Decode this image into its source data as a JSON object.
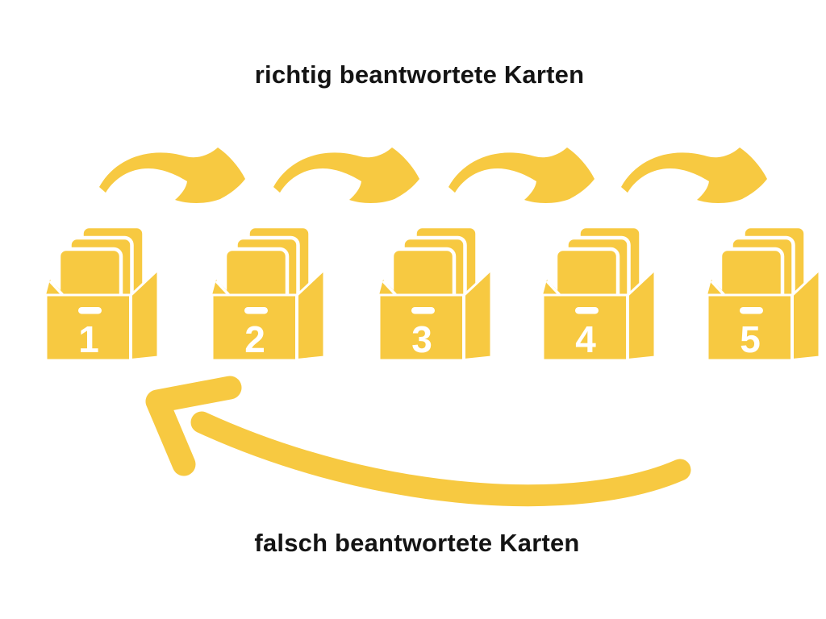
{
  "labels": {
    "top": "richtig beantwortete Karten",
    "bottom": "falsch beantwortete Karten"
  },
  "boxes": [
    {
      "number": "1"
    },
    {
      "number": "2"
    },
    {
      "number": "3"
    },
    {
      "number": "4"
    },
    {
      "number": "5"
    }
  ],
  "icons": {
    "box": "card-box-icon",
    "forward": "curved-arrow-right-icon",
    "back": "curved-return-arrow-icon"
  },
  "colors": {
    "accent_yellow": "#F7C941",
    "text": "#141414",
    "background": "#FFFFFF"
  }
}
